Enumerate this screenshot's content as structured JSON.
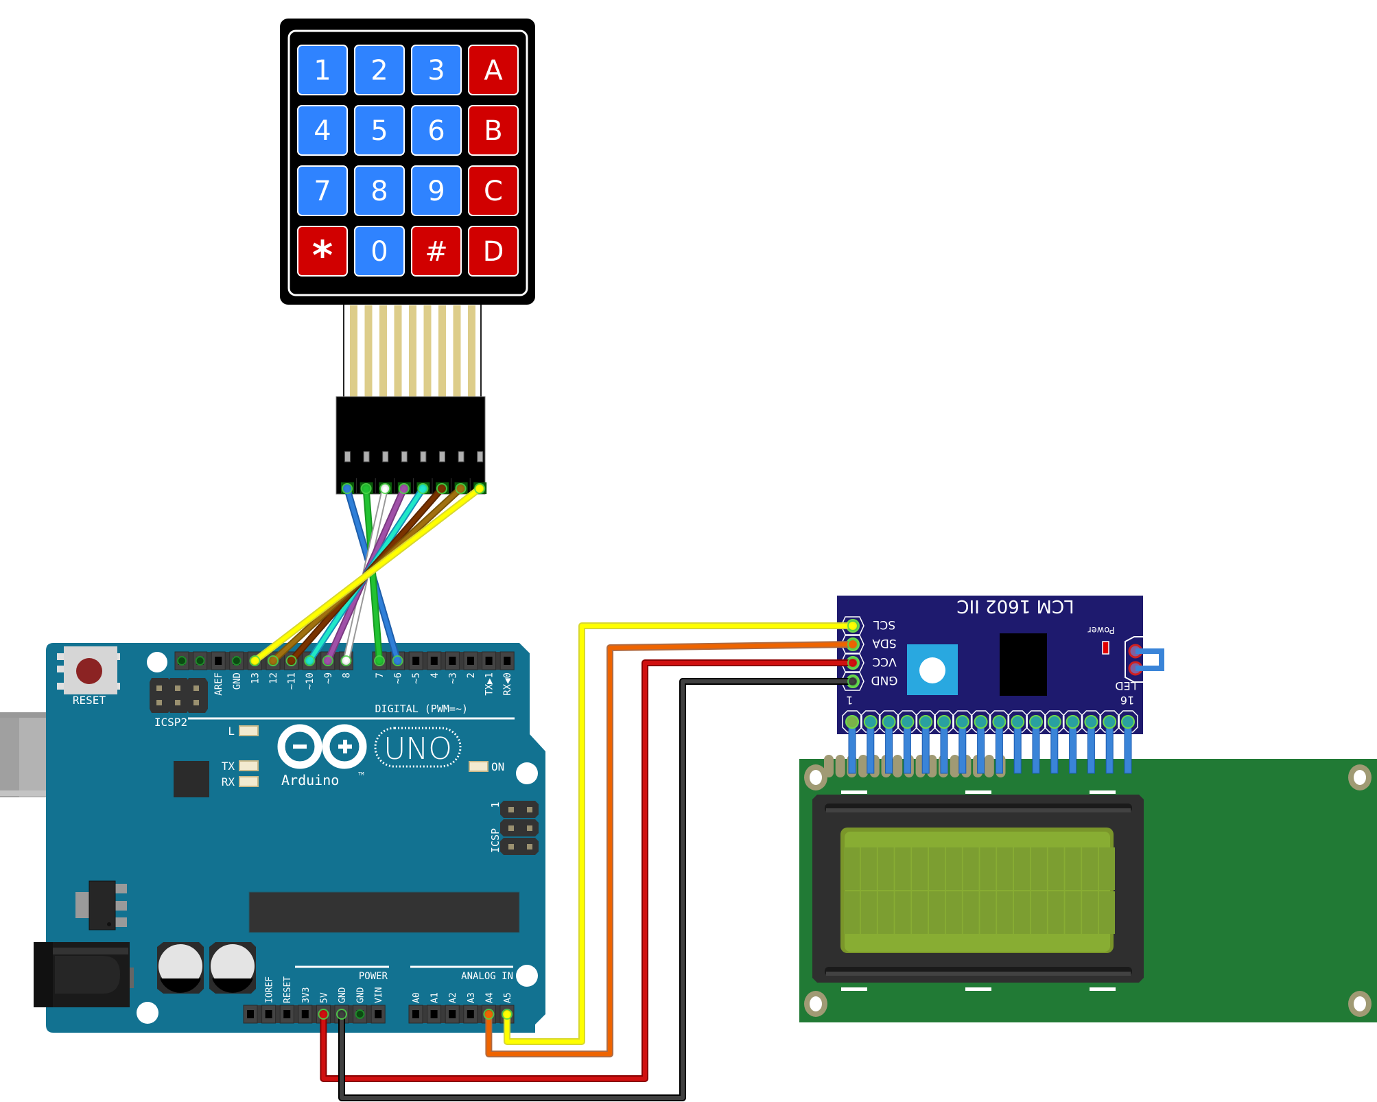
{
  "keypad": {
    "keys": [
      {
        "label": "1",
        "type": "digit"
      },
      {
        "label": "2",
        "type": "digit"
      },
      {
        "label": "3",
        "type": "digit"
      },
      {
        "label": "A",
        "type": "letter"
      },
      {
        "label": "4",
        "type": "digit"
      },
      {
        "label": "5",
        "type": "digit"
      },
      {
        "label": "6",
        "type": "digit"
      },
      {
        "label": "B",
        "type": "letter"
      },
      {
        "label": "7",
        "type": "digit"
      },
      {
        "label": "8",
        "type": "digit"
      },
      {
        "label": "9",
        "type": "digit"
      },
      {
        "label": "C",
        "type": "letter"
      },
      {
        "label": "*",
        "type": "letter"
      },
      {
        "label": "0",
        "type": "digit"
      },
      {
        "label": "#",
        "type": "letter"
      },
      {
        "label": "D",
        "type": "letter"
      }
    ],
    "colors": {
      "digit": "#2f83ff",
      "letter": "#d10000",
      "body": "#000000"
    }
  },
  "arduino": {
    "reset_label": "RESET",
    "icsp2_label": "ICSP2",
    "icsp_label": "ICSP",
    "icsp_pin1": "1",
    "brand": "Arduino",
    "tm": "TM",
    "model": "UNO",
    "digital_label": "DIGITAL (PWM=~)",
    "power_label": "POWER",
    "analog_label": "ANALOG IN",
    "led_l": "L",
    "led_tx": "TX",
    "led_rx": "RX",
    "led_on": "ON",
    "digital_pins": [
      "AREF",
      "GND",
      "13",
      "12",
      "~11",
      "~10",
      "~9",
      "8",
      "7",
      "~6",
      "~5",
      "4",
      "~3",
      "2",
      "TX▶1",
      "RX◀0"
    ],
    "power_pins": [
      "IOREF",
      "RESET",
      "3V3",
      "5V",
      "GND",
      "GND",
      "VIN"
    ],
    "analog_pins": [
      "A0",
      "A1",
      "A2",
      "A3",
      "A4",
      "A5"
    ],
    "board_color": "#127291"
  },
  "i2c_module": {
    "title": "LCM 1602 IIC",
    "power_label": "Power",
    "led_label": "LED",
    "pins": [
      "SCL",
      "SDA",
      "VCC",
      "GND"
    ],
    "pin_first": "1",
    "pin_last": "16",
    "board_color": "#1e1a6e"
  },
  "lcd": {
    "rows": 2,
    "cols": 16,
    "board_color": "#217a35",
    "screen_color": "#88ad33"
  },
  "connections": [
    {
      "from": "keypad-1",
      "to": "D6",
      "color": "#2f7fd8"
    },
    {
      "from": "keypad-2",
      "to": "D7",
      "color": "#22c232"
    },
    {
      "from": "keypad-3",
      "to": "D8",
      "color": "#ffffff"
    },
    {
      "from": "keypad-4",
      "to": "D9",
      "color": "#a050a8"
    },
    {
      "from": "keypad-5",
      "to": "D10",
      "color": "#20e8c8"
    },
    {
      "from": "keypad-6",
      "to": "D11",
      "color": "#7a3300"
    },
    {
      "from": "keypad-7",
      "to": "D12",
      "color": "#a07010"
    },
    {
      "from": "keypad-8",
      "to": "D13",
      "color": "#ffff00"
    },
    {
      "from": "A5",
      "to": "SCL",
      "color": "#ffff00"
    },
    {
      "from": "A4",
      "to": "SDA",
      "color": "#ee6400"
    },
    {
      "from": "5V",
      "to": "VCC",
      "color": "#d01010"
    },
    {
      "from": "GND",
      "to": "GND",
      "color": "#404040"
    }
  ]
}
